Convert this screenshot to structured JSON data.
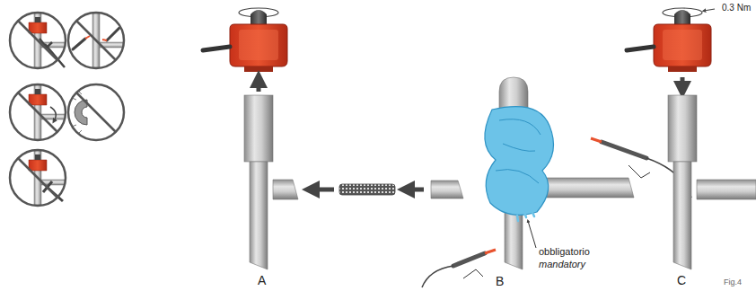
{
  "diagram": {
    "labels": [
      "0.3 Nm",
      "obbligatorio",
      "mandatory",
      "A",
      "B",
      "C",
      "Fig.4"
    ]
  }
}
